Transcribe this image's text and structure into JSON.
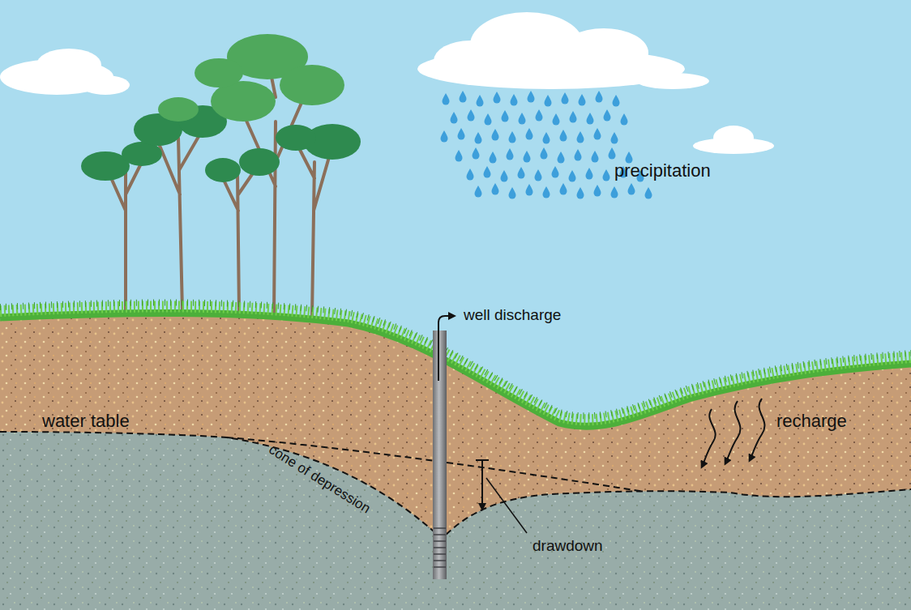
{
  "diagram": {
    "labels": [
      "precipitation",
      "well discharge",
      "water table",
      "recharge",
      "cone of depression",
      "drawdown"
    ]
  }
}
